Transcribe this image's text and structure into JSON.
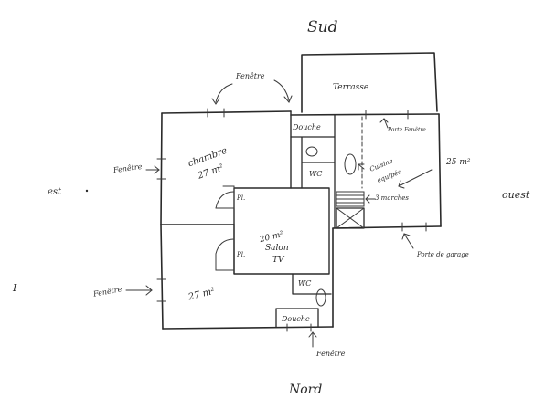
{
  "compass": {
    "sud": "Sud",
    "nord": "Nord",
    "est": "est",
    "ouest": "ouest"
  },
  "labels": {
    "fenetre_top": "Fenêtre",
    "terrasse": "Terrasse",
    "douche_top": "Douche",
    "porte_fenetre": "Porte Fenêtre",
    "chambre": "chambre",
    "chambre_area": "27 m²",
    "fenetre_left": "Fenêtre",
    "wc_top": "WC",
    "cuisine": "Cuisine",
    "cuisine_sub": "équipée",
    "cuisine_area": "25 m²",
    "escalier": "3 marches",
    "porte_garage": "Porte de garage",
    "placard_1": "Pl.",
    "placard_2": "Pl.",
    "salon_area": "20 m²",
    "salon": "Salon",
    "salon_sub": "TV",
    "fenetre_low": "Fenêtre",
    "chambre2_area": "27 m²",
    "wc_low": "WC",
    "douche_low": "Douche",
    "fenetre_bottom": "Fenêtre",
    "mark_i": "I"
  }
}
